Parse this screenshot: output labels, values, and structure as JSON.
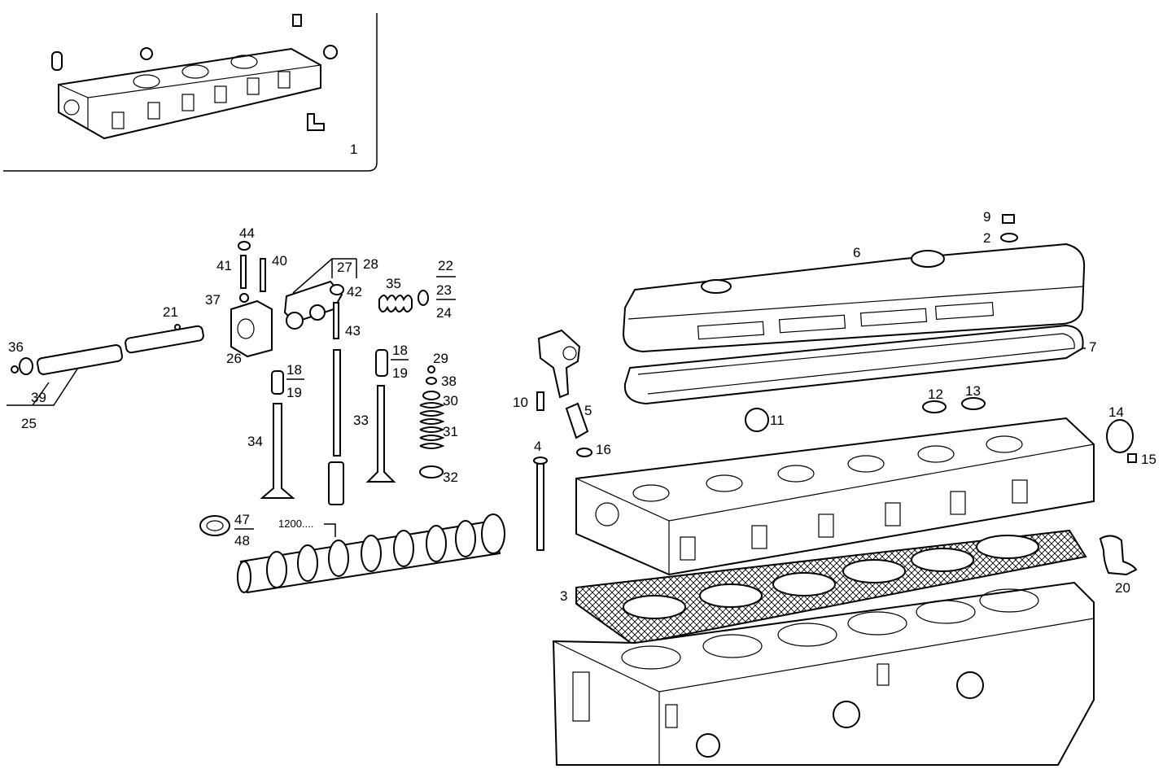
{
  "callouts": {
    "c1": "1",
    "c2": "2",
    "c3": "3",
    "c4": "4",
    "c5": "5",
    "c6": "6",
    "c7": "7",
    "c9": "9",
    "c10": "10",
    "c11": "11",
    "c12": "12",
    "c13": "13",
    "c14": "14",
    "c15": "15",
    "c16": "16",
    "c18a": "18",
    "c19a": "19",
    "c18b": "18",
    "c19b": "19",
    "c20": "20",
    "c21": "21",
    "c22": "22",
    "c23": "23",
    "c24": "24",
    "c25": "25",
    "c26": "26",
    "c27": "27",
    "c28": "28",
    "c29": "29",
    "c30": "30",
    "c31": "31",
    "c32": "32",
    "c33": "33",
    "c34": "34",
    "c35": "35",
    "c36": "36",
    "c37": "37",
    "c38": "38",
    "c39": "39",
    "c40": "40",
    "c41": "41",
    "c42": "42",
    "c43": "43",
    "c44": "44",
    "c47": "47",
    "c48": "48"
  },
  "camshaft_ref": "1200....",
  "colors": {
    "line": "#000000",
    "background": "#ffffff"
  }
}
